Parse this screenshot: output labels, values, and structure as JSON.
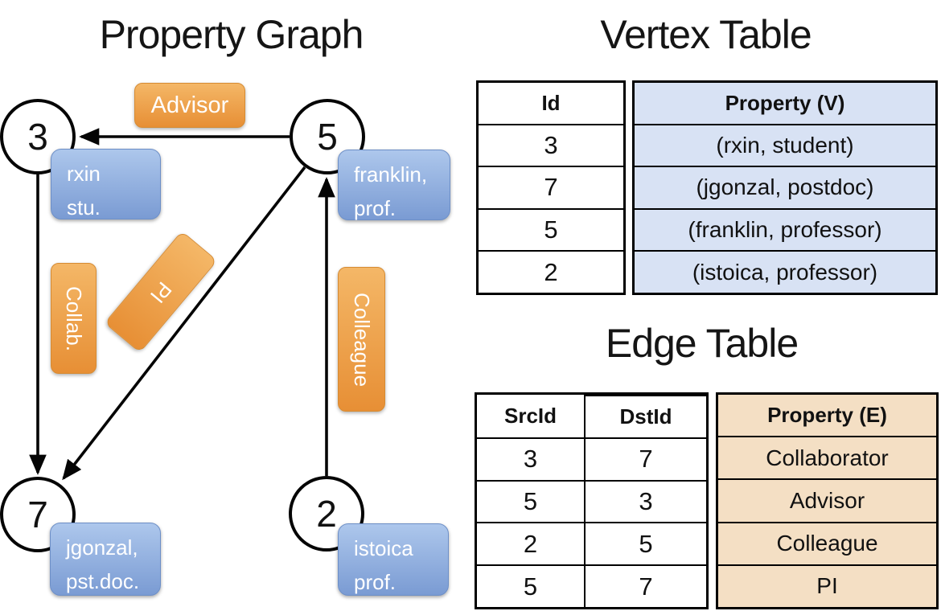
{
  "graph": {
    "title": "Property Graph",
    "vertices": [
      {
        "id": "3",
        "label_lines": [
          "rxin",
          "stu."
        ]
      },
      {
        "id": "5",
        "label_lines": [
          "franklin,",
          "prof."
        ]
      },
      {
        "id": "7",
        "label_lines": [
          "jgonzal,",
          "pst.doc."
        ]
      },
      {
        "id": "2",
        "label_lines": [
          "istoica",
          "prof."
        ]
      }
    ],
    "edges": [
      {
        "src": "5",
        "dst": "3",
        "label": "Advisor"
      },
      {
        "src": "3",
        "dst": "7",
        "label": "Collab."
      },
      {
        "src": "5",
        "dst": "7",
        "label": "PI"
      },
      {
        "src": "2",
        "dst": "5",
        "label": "Colleague"
      }
    ]
  },
  "vertex_table": {
    "title": "Vertex Table",
    "columns": [
      "Id",
      "Property (V)"
    ],
    "rows": [
      [
        "3",
        "(rxin, student)"
      ],
      [
        "7",
        "(jgonzal, postdoc)"
      ],
      [
        "5",
        "(franklin, professor)"
      ],
      [
        "2",
        "(istoica, professor)"
      ]
    ]
  },
  "edge_table": {
    "title": "Edge Table",
    "columns": [
      "SrcId",
      "DstId",
      "Property (E)"
    ],
    "rows": [
      [
        "3",
        "7",
        "Collaborator"
      ],
      [
        "5",
        "3",
        "Advisor"
      ],
      [
        "2",
        "5",
        "Colleague"
      ],
      [
        "5",
        "7",
        "PI"
      ]
    ]
  },
  "colors": {
    "edge_label_orange_light": "#f4b767",
    "edge_label_orange_dark": "#e78f35",
    "vertex_label_blue_light": "#adc7ec",
    "vertex_label_blue_dark": "#7a9bd3",
    "vertex_table_fill": "#d8e2f4",
    "edge_table_fill": "#f4dfc4",
    "line_black": "#050505"
  }
}
